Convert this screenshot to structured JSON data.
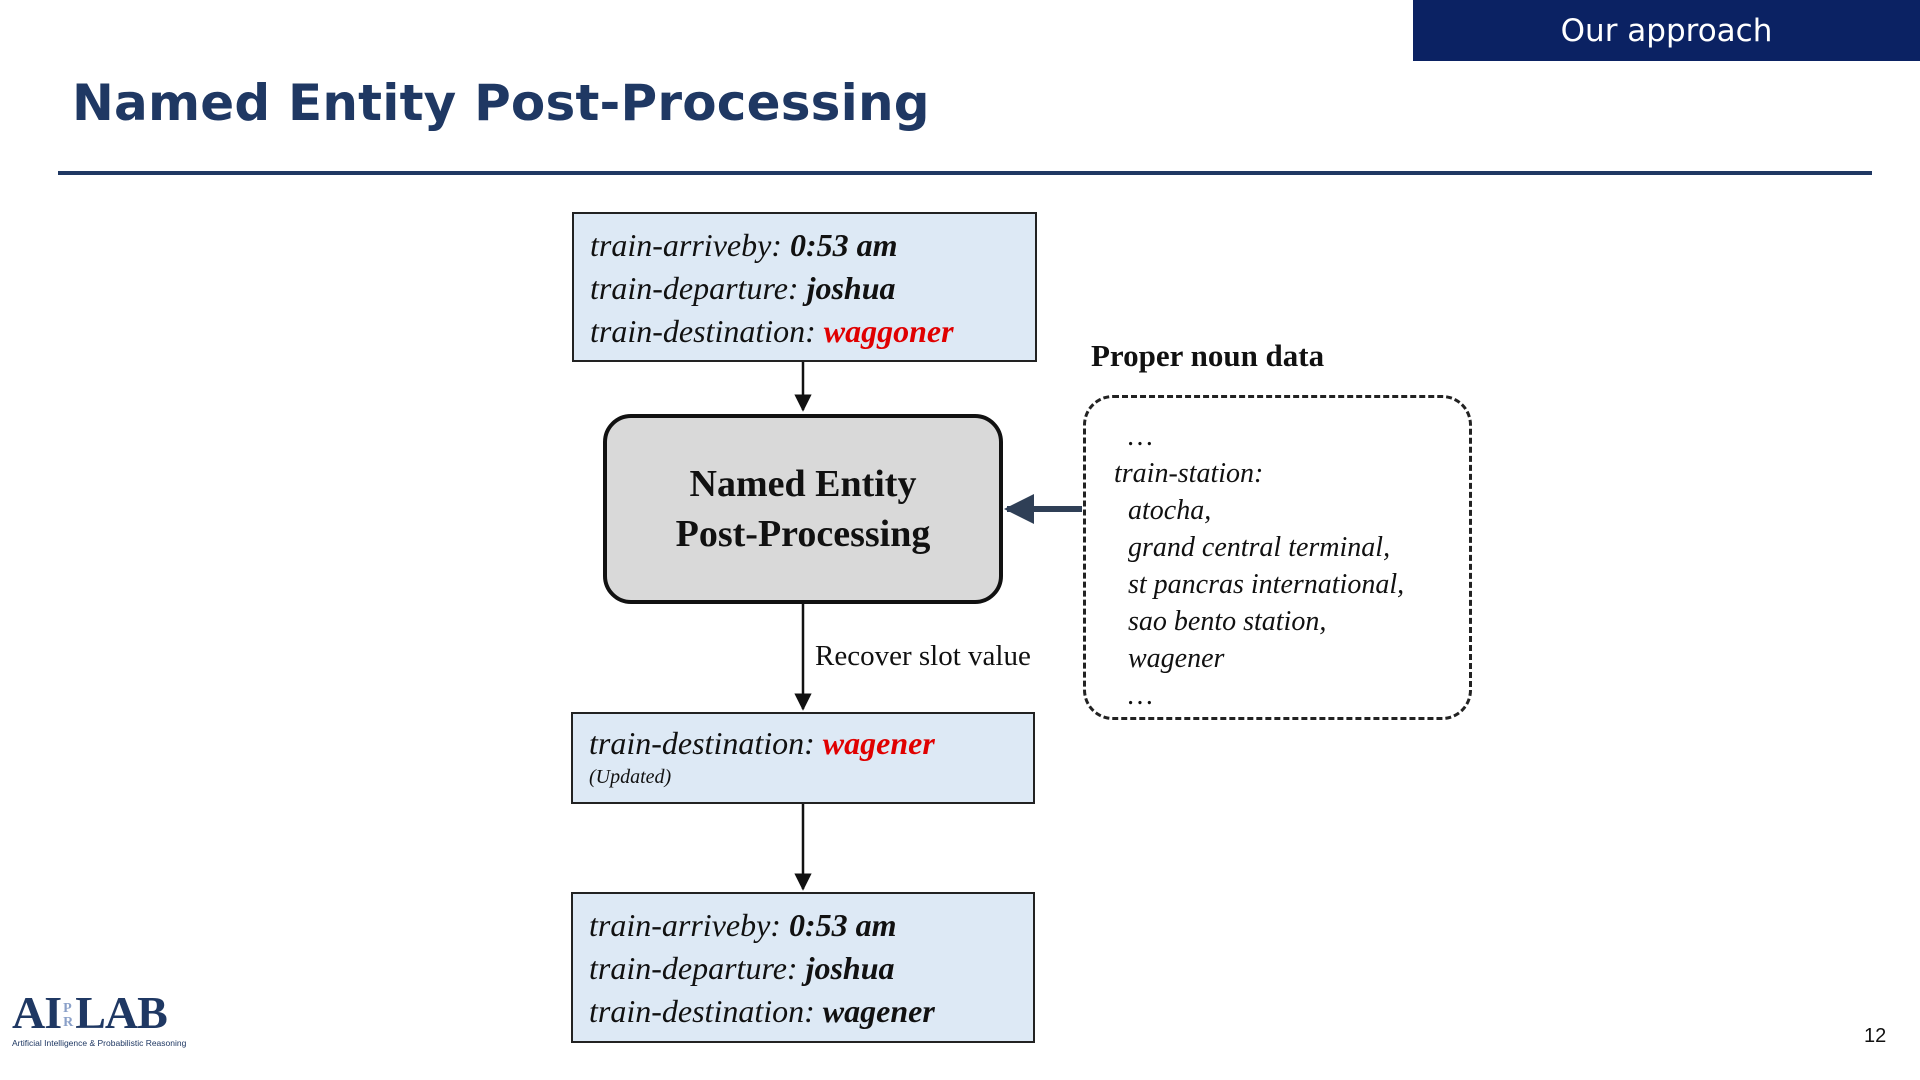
{
  "header": {
    "section_label": "Our approach",
    "title": "Named Entity Post-Processing"
  },
  "diagram": {
    "input_state": {
      "slots": [
        {
          "key": "train-arriveby:",
          "value": "0:53 am",
          "highlight": false
        },
        {
          "key": "train-departure:",
          "value": "joshua",
          "highlight": false
        },
        {
          "key": "train-destination:",
          "value": "waggoner",
          "highlight": true
        }
      ]
    },
    "process": {
      "label_line1": "Named Entity",
      "label_line2": "Post-Processing"
    },
    "proper_noun": {
      "title": "Proper noun data",
      "lines": [
        "…",
        "train-station:",
        "atocha,",
        "grand central terminal,",
        "st pancras international,",
        "sao bento station,",
        "wagener",
        "…"
      ]
    },
    "edge_label": "Recover slot value",
    "updated_slot": {
      "key": "train-destination:",
      "value": "wagener",
      "note": "(Updated)"
    },
    "output_state": {
      "slots": [
        {
          "key": "train-arriveby:",
          "value": "0:53 am"
        },
        {
          "key": "train-departure:",
          "value": "joshua"
        },
        {
          "key": "train-destination:",
          "value": "wagener"
        }
      ]
    }
  },
  "footer": {
    "logo_main_left": "AI",
    "logo_mid_top": "P",
    "logo_mid_bottom": "R",
    "logo_main_right": "LAB",
    "logo_sub": "Artificial Intelligence & Probabilistic Reasoning",
    "page_number": "12"
  },
  "colors": {
    "header_bar": "#0b2263",
    "title": "#1f3863",
    "slot_box_fill": "#dde9f5",
    "process_fill": "#d9d9d9",
    "highlight_value": "#e00000",
    "arrow_proper_noun": "#2f3f56"
  }
}
